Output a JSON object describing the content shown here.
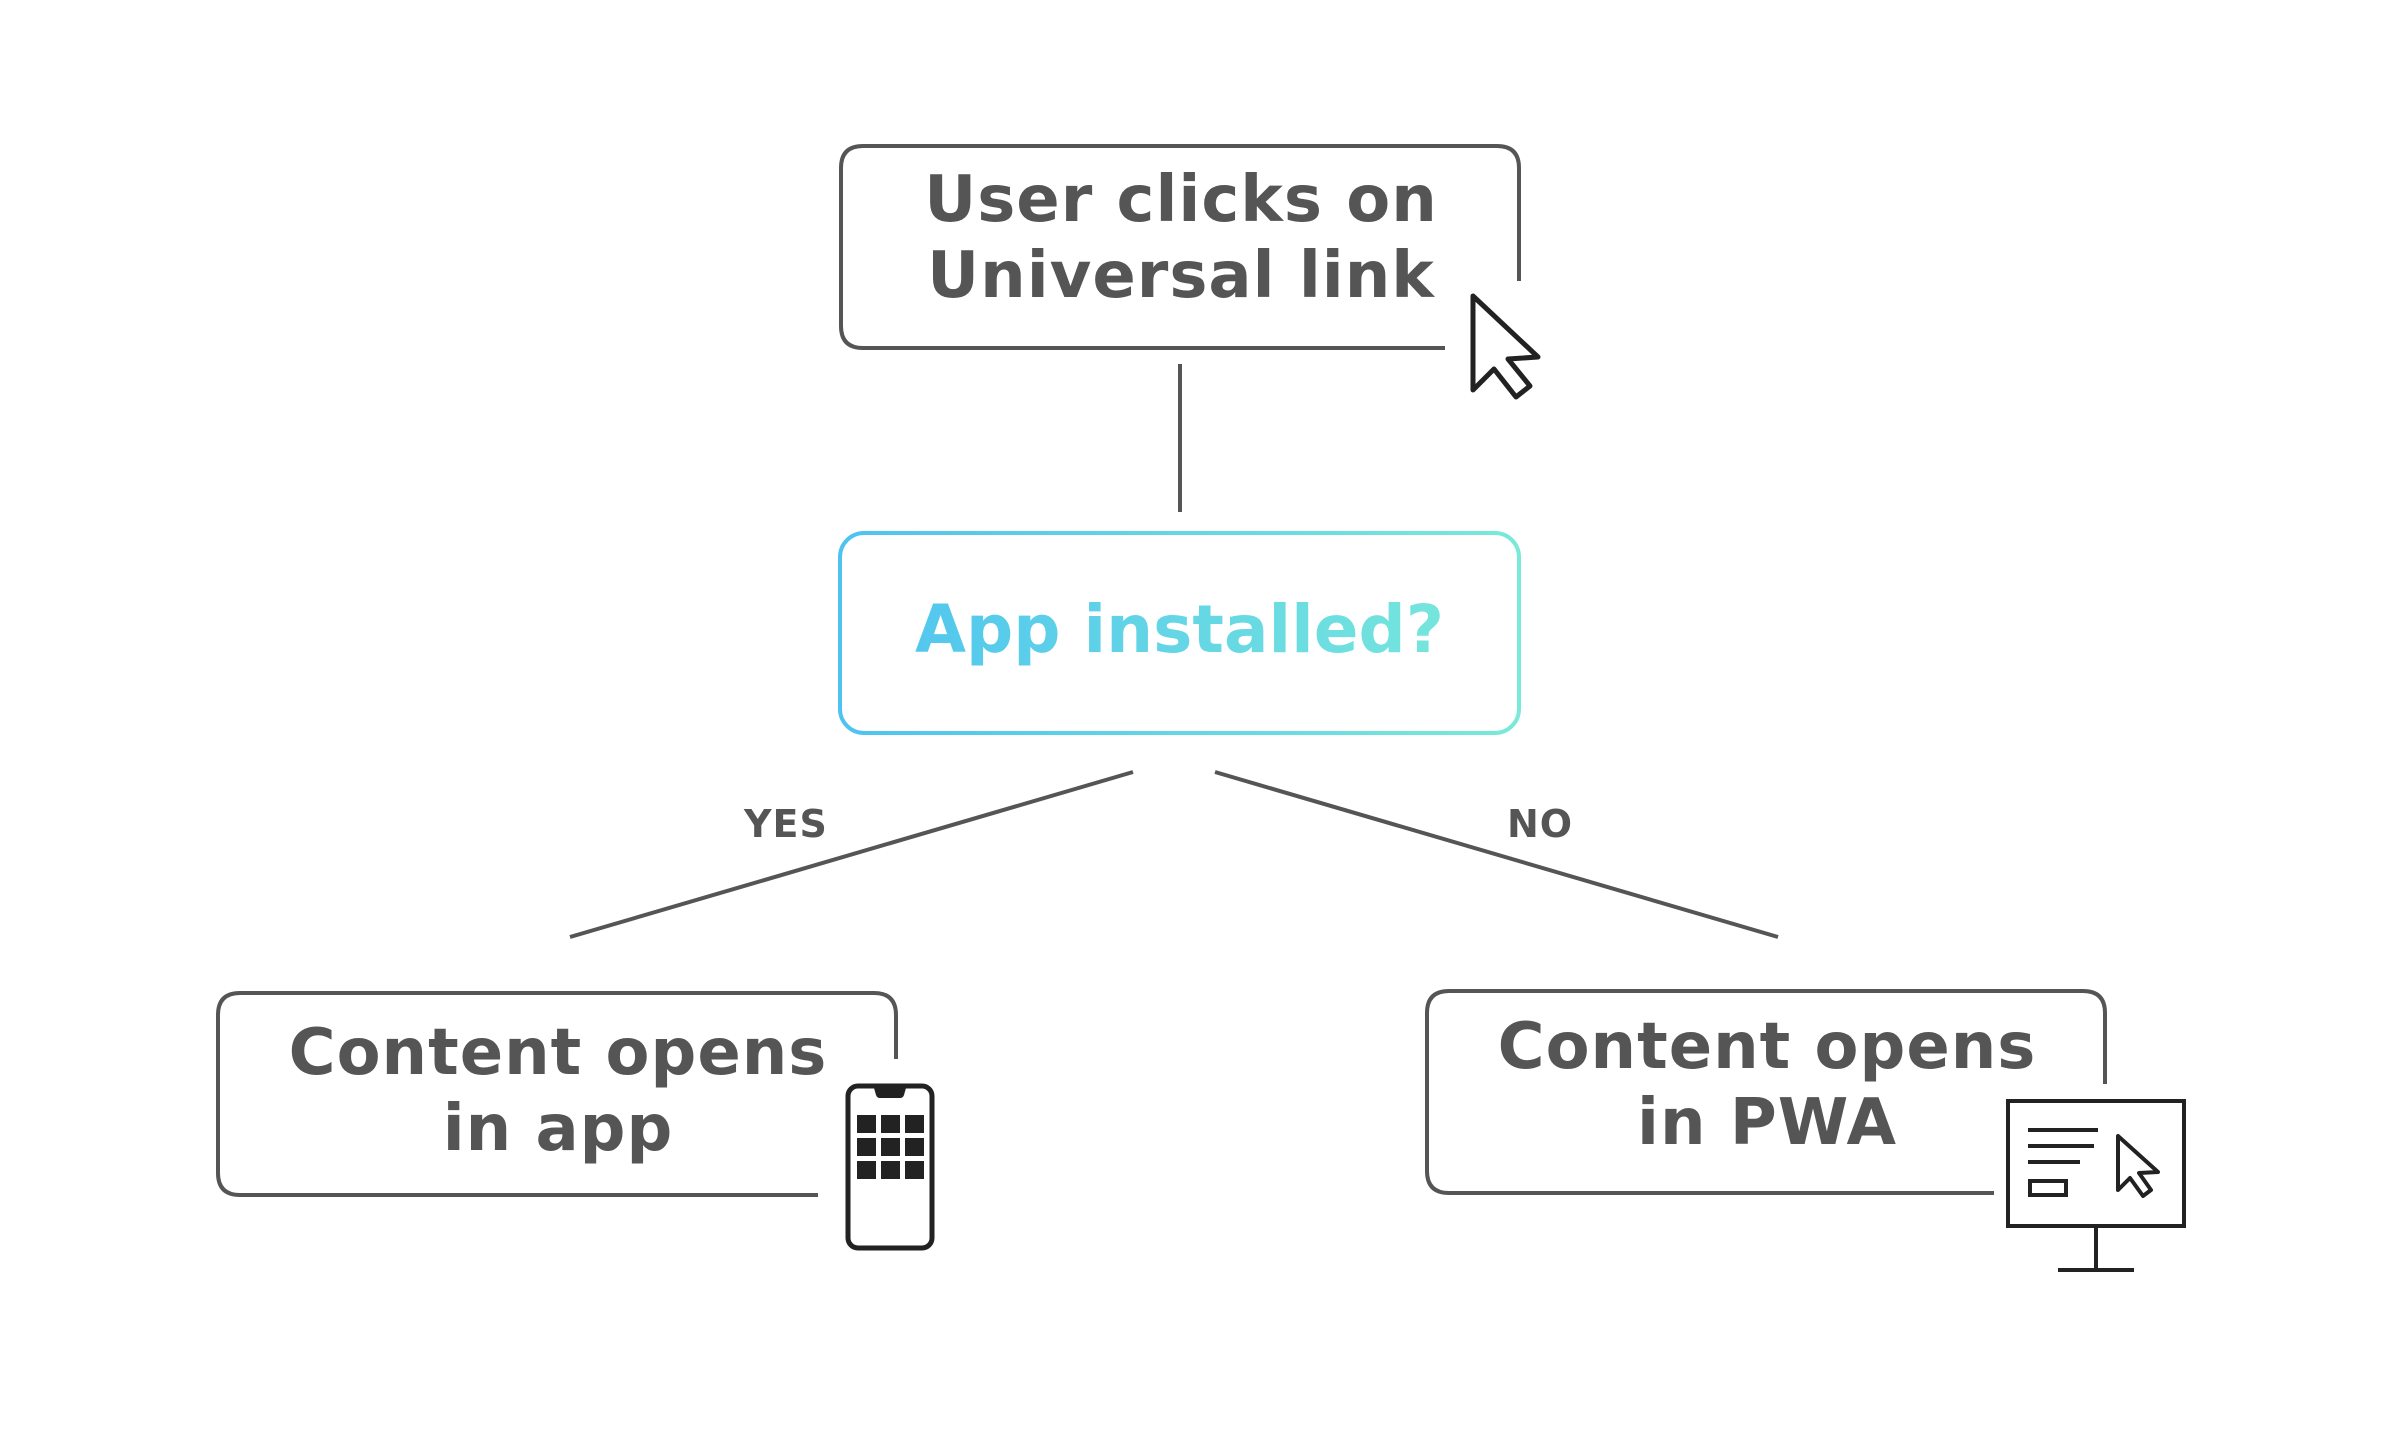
{
  "nodes": {
    "start": {
      "line1": "User clicks on",
      "line2": "Universal link"
    },
    "decision": {
      "label": "App installed?"
    },
    "yes_outcome": {
      "line1": "Content opens",
      "line2": "in app"
    },
    "no_outcome": {
      "line1": "Content opens",
      "line2": "in PWA"
    }
  },
  "edges": {
    "yes_label": "YES",
    "no_label": "NO"
  },
  "icons": {
    "start": "mouse-pointer-icon",
    "yes": "smartphone-icon",
    "no": "desktop-monitor-icon"
  },
  "colors": {
    "box_stroke": "#555555",
    "text": "#555555",
    "gradient_start": "#4ec3f0",
    "gradient_end": "#7ae9da"
  }
}
